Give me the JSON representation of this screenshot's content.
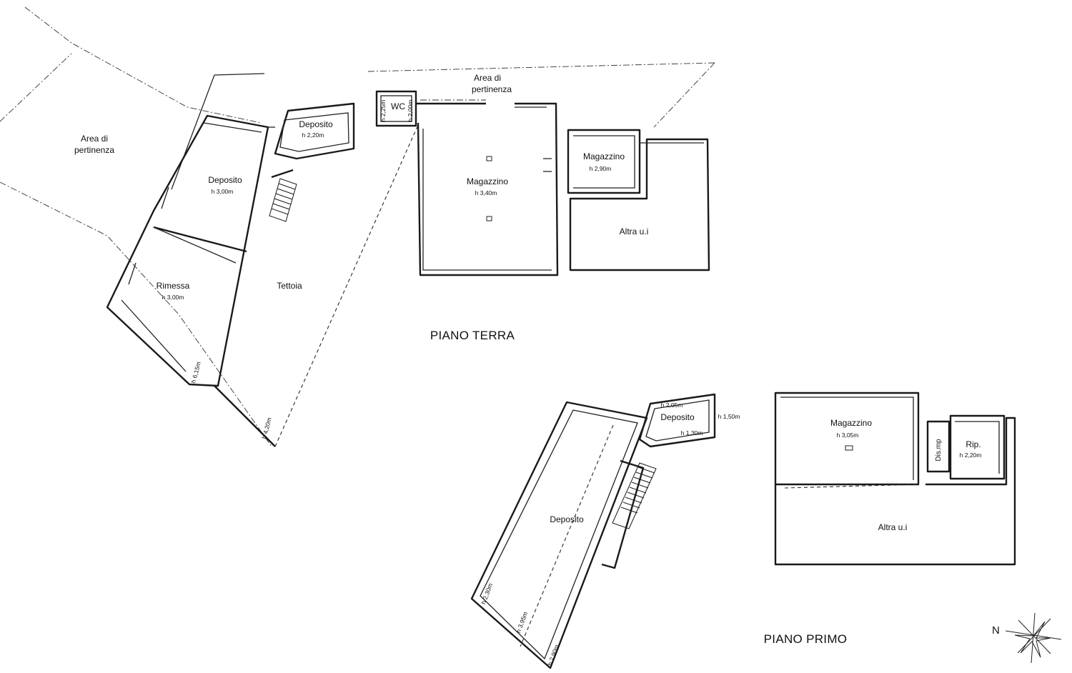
{
  "levels": {
    "ground": "PIANO TERRA",
    "first": "PIANO PRIMO"
  },
  "compass": {
    "north_label": "N"
  },
  "ground_floor": {
    "area_left": [
      "Area di",
      "pertinenza"
    ],
    "area_top": [
      "Area di",
      "pertinenza"
    ],
    "deposito_small": {
      "name": "Deposito",
      "height": "h 2,20m"
    },
    "wc": {
      "name": "WC",
      "height_left": "h 2,25m",
      "height_right": "h 2,00m"
    },
    "deposito": {
      "name": "Deposito",
      "height": "h 3,00m"
    },
    "rimessa": {
      "name": "Rimessa",
      "height": "h 3,00m"
    },
    "tettoia": {
      "name": "Tettoia",
      "height_low": "h 6,15m",
      "height_corner": "h 4,20m"
    },
    "magazzino_main": {
      "name": "Magazzino",
      "height": "h 3,40m"
    },
    "magazzino_small": {
      "name": "Magazzino",
      "height": "h 2,90m"
    },
    "altra_ui": {
      "name": "Altra u.i"
    }
  },
  "first_floor": {
    "deposito_small": {
      "name": "Deposito",
      "height_top": "h 2,05m",
      "height_right": "h 1,50m",
      "height_bottom": "h 1,30m"
    },
    "deposito": {
      "name": "Deposito",
      "height_a": "h 2,30m",
      "height_b": "h 3,95m",
      "height_c": "h 2,90m"
    },
    "magazzino": {
      "name": "Magazzino",
      "height": "h 3,05m"
    },
    "dis": {
      "name": "Dis.mp"
    },
    "rip": {
      "name": "Rip.",
      "height": "h 2,20m"
    },
    "altra_ui": {
      "name": "Altra u.i"
    }
  }
}
